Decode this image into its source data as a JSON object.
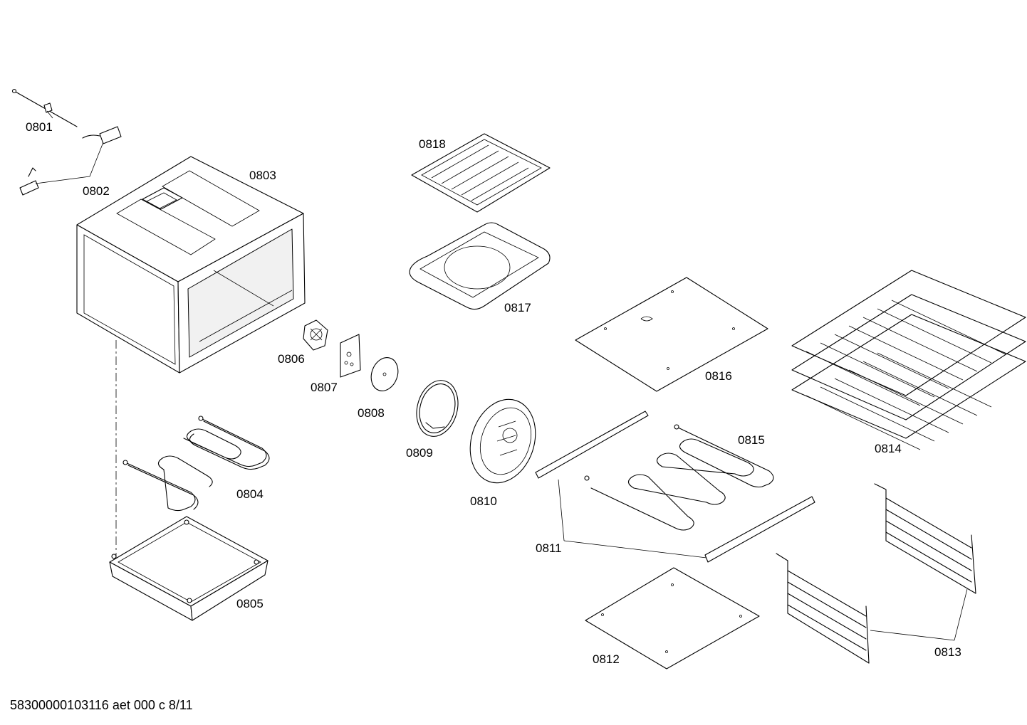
{
  "parts": {
    "p0801": "0801",
    "p0802": "0802",
    "p0803": "0803",
    "p0804": "0804",
    "p0805": "0805",
    "p0806": "0806",
    "p0807": "0807",
    "p0808": "0808",
    "p0809": "0809",
    "p0810": "0810",
    "p0811": "0811",
    "p0812": "0812",
    "p0813": "0813",
    "p0814": "0814",
    "p0815": "0815",
    "p0816": "0816",
    "p0817": "0817",
    "p0818": "0818"
  },
  "footer": "58300000103116 aet 000 c 8/11"
}
